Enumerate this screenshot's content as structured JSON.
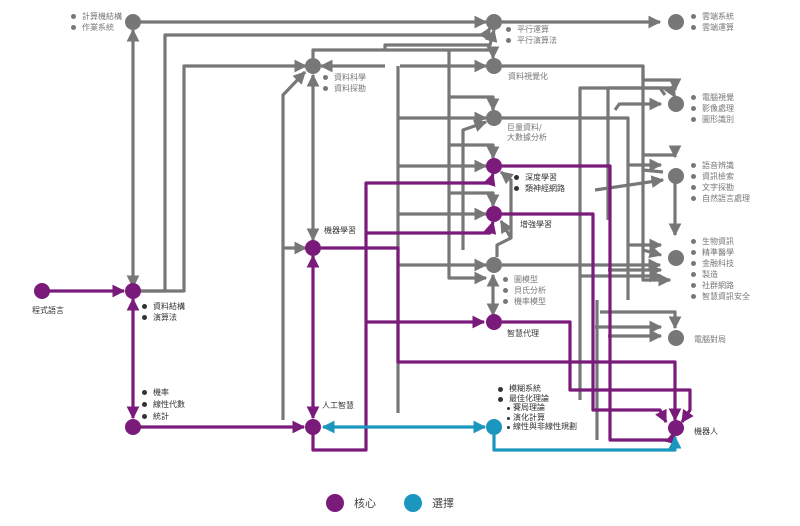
{
  "colors": {
    "core": "#7a1a7a",
    "elective": "#1a96bf",
    "gray": "#777777"
  },
  "nodes": {
    "programming": {
      "label": "程式語言"
    },
    "data_structures": {
      "items": [
        "資料結構",
        "演算法"
      ]
    },
    "math": {
      "items": [
        "機率",
        "線性代數",
        "統計"
      ]
    },
    "computer_arch": {
      "items": [
        "計算機結構",
        "作業系統"
      ]
    },
    "parallel": {
      "items": [
        "平行運算",
        "平行演算法"
      ]
    },
    "cloud": {
      "items": [
        "雲端系統",
        "雲端運算"
      ]
    },
    "data_science": {
      "items": [
        "資料科學",
        "資料探勘"
      ]
    },
    "visualization": {
      "label": "資料視覺化"
    },
    "big_data": {
      "label_line1": "巨量資料/",
      "label_line2": "大數據分析"
    },
    "deep_learning": {
      "items": [
        "深度學習",
        "類神經網路"
      ]
    },
    "reinforcement": {
      "label": "增強學習"
    },
    "graphical_models": {
      "items": [
        "圖模型",
        "貝氏分析",
        "機率模型"
      ]
    },
    "intelligent_agents": {
      "label": "智慧代理"
    },
    "machine_learning": {
      "label": "機器學習"
    },
    "ai": {
      "label": "人工智慧"
    },
    "soft_computing": {
      "items": [
        "模糊系統",
        "最佳化理論"
      ],
      "subitems": [
        "賽局理論",
        "演化計算",
        "線性與非線性規劃"
      ]
    },
    "computer_vision": {
      "items": [
        "電腦視覺",
        "影像處理",
        "圖形識別"
      ]
    },
    "nlp": {
      "items": [
        "語音辨識",
        "資訊檢索",
        "文字探勘",
        "自然語言處理"
      ]
    },
    "applications": {
      "items": [
        "生物資訊",
        "精準醫學",
        "金融科技",
        "製造",
        "社群網路",
        "智慧資訊安全"
      ]
    },
    "computer_games": {
      "label": "電腦對局"
    },
    "robotics": {
      "label": "機器人"
    }
  },
  "legend": [
    {
      "label": "核心",
      "color": "#7a1a7a"
    },
    {
      "label": "選擇",
      "color": "#1a96bf"
    }
  ]
}
